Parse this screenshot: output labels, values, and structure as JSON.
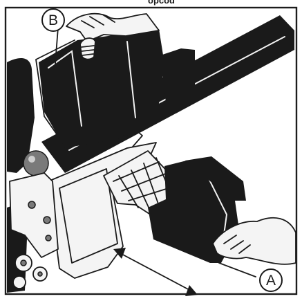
{
  "figure": {
    "top_caption_fragment": "opcod",
    "callouts": {
      "a": "A",
      "b": "B"
    }
  }
}
